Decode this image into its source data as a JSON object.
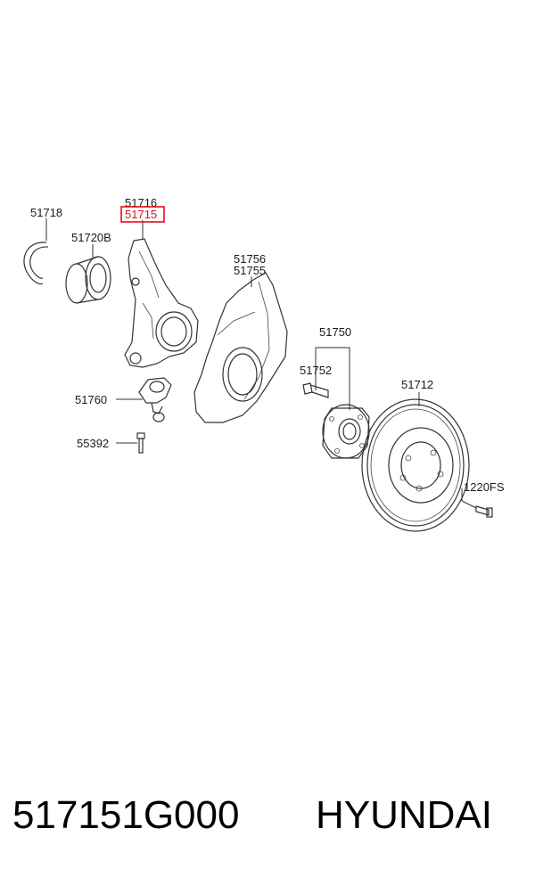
{
  "labels": {
    "p51718": "51718",
    "p51716": "51716",
    "p51715": "51715",
    "p51720b": "51720B",
    "p51756": "51756",
    "p51755": "51755",
    "p51750": "51750",
    "p51752": "51752",
    "p51712": "51712",
    "p51760": "51760",
    "p55392": "55392",
    "p1220fs": "1220FS"
  },
  "highlight_color": "#e0101a",
  "caption": {
    "part_number": "517151G000",
    "brand": "HYUNDAI"
  }
}
